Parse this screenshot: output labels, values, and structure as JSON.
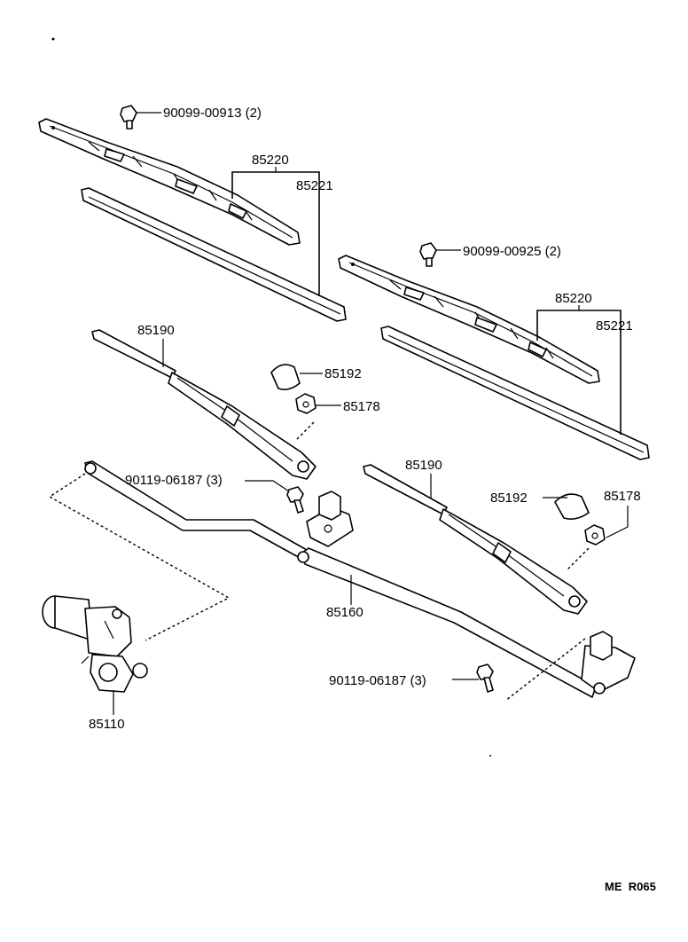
{
  "labels": {
    "bolt_left": "90099-00913 (2)",
    "bolt_right": "90099-00925 (2)",
    "blade_assy_left": "85220",
    "blade_rubber_left": "85221",
    "blade_assy_right": "85220",
    "blade_rubber_right": "85221",
    "arm_left": "85190",
    "arm_right": "85190",
    "cap_left": "85192",
    "cap_right": "85192",
    "nut_left": "85178",
    "nut_right": "85178",
    "bolt_pivot_left": "90119-06187 (3)",
    "bolt_pivot_right": "90119-06187 (3)",
    "link": "85160",
    "motor": "85110"
  },
  "footer": {
    "code": "ME  R065"
  }
}
